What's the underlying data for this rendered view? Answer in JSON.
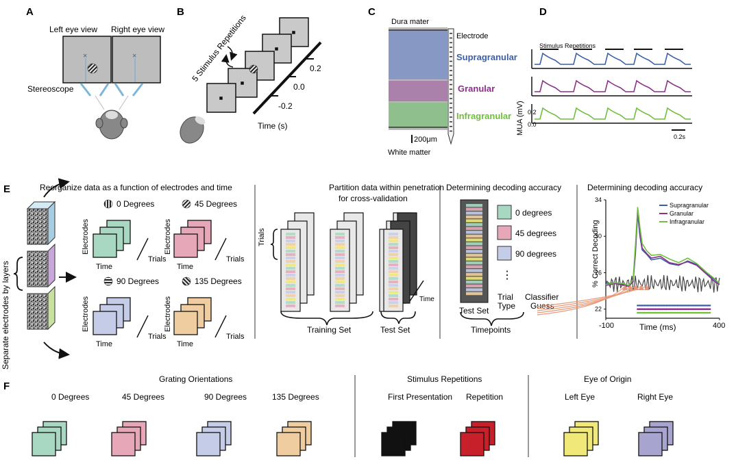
{
  "panels": {
    "A": {
      "letter": "A",
      "left_view": "Left eye view",
      "right_view": "Right eye view",
      "stereoscope": "Stereoscope"
    },
    "B": {
      "letter": "B",
      "repetitions": "5 Stimulus Repetitions",
      "ticks": [
        "0.2",
        "0.0",
        "-0.2"
      ],
      "time_label": "Time (s)"
    },
    "C": {
      "letter": "C",
      "dura": "Dura mater",
      "electrode": "Electrode",
      "supragranular": "Supragranular",
      "granular": "Granular",
      "infragranular": "Infragranular",
      "scale": "200μm",
      "white_matter": "White matter"
    },
    "D": {
      "letter": "D",
      "stim_reps": "Stimulus Repetitions",
      "ylabel": "MUA (mV)",
      "yticks": [
        "0.2",
        "0.0"
      ],
      "time_scale": "0.2s"
    },
    "E": {
      "letter": "E",
      "separate": "Separate electrodes by layers",
      "reorganize": "Reorganize data as a function of electrodes and time",
      "orientations": [
        "0 Degrees",
        "45 Degrees",
        "90 Degrees",
        "135 Degrees"
      ],
      "electrodes": "Electrodes",
      "time": "Time",
      "trials": "Trials",
      "partition_line1": "Partition data within penetration",
      "partition_line2": "for cross-validation",
      "trials_axis": "Trials",
      "time_axis": "Time",
      "training_set": "Training Set",
      "test_set": "Test Set",
      "decoding_title": "Determining decoding accuracy",
      "classes": [
        "0 degrees",
        "45 degrees",
        "90 degrees"
      ],
      "ellipsis": "⋮",
      "test_set_label": "Test Set",
      "trial_type_1": "Trial",
      "trial_type_2": "Type",
      "classifier_1": "Classifier",
      "classifier_2": "Guess",
      "timepoints": "Timepoints",
      "decoding_title_2": "Determining decoding accuracy",
      "chart_ylabel": "% Correct Decoding",
      "chart_xlabel": "Time (ms)"
    },
    "F": {
      "letter": "F",
      "grating_header": "Grating Orientations",
      "grating_items": [
        "0 Degrees",
        "45 Degrees",
        "90 Degrees",
        "135 Degrees"
      ],
      "stim_header": "Stimulus Repetitions",
      "stim_items": [
        "First Presentation",
        "Repetition"
      ],
      "eye_header": "Eye of Origin",
      "eye_items": [
        "Left Eye",
        "Right Eye"
      ]
    }
  },
  "colors": {
    "supragranular": "#3a5fa8",
    "granular": "#8a2f8a",
    "infragranular": "#6fbf3a",
    "deg0": "#a8d8c2",
    "deg45": "#e6a8b8",
    "deg90": "#c4cce8",
    "deg135": "#f0cda0",
    "repetition": "#c8202a",
    "left_eye": "#f0e878",
    "right_eye": "#a8a4d0",
    "arrow": "#e89878"
  },
  "chart_data": {
    "type": "line",
    "xlabel": "Time (ms)",
    "ylabel": "% Correct Decoding",
    "xlim": [
      -100,
      400
    ],
    "ylim": [
      21,
      34
    ],
    "xticks": [
      -100,
      400
    ],
    "yticks": [
      22,
      26,
      30,
      34
    ],
    "legend": "top-right",
    "series": [
      {
        "name": "Supragranular",
        "color": "#3a5fa8",
        "x": [
          -100,
          -60,
          -20,
          0,
          20,
          30,
          40,
          50,
          60,
          80,
          100,
          140,
          180,
          220,
          260,
          300,
          340,
          380,
          400
        ],
        "y": [
          24.8,
          24.9,
          24.7,
          24.6,
          25.0,
          28.0,
          32.5,
          30.0,
          28.5,
          28.0,
          27.4,
          27.6,
          27.0,
          26.8,
          27.3,
          26.9,
          26.0,
          25.2,
          24.8
        ]
      },
      {
        "name": "Granular",
        "color": "#8a2f8a",
        "x": [
          -100,
          -60,
          -20,
          0,
          20,
          30,
          40,
          50,
          60,
          80,
          100,
          140,
          180,
          220,
          260,
          300,
          340,
          380,
          400
        ],
        "y": [
          24.6,
          24.8,
          24.6,
          24.5,
          25.0,
          28.5,
          33.0,
          30.5,
          28.7,
          28.1,
          27.6,
          27.8,
          27.1,
          26.9,
          27.2,
          26.8,
          25.9,
          25.0,
          24.7
        ]
      },
      {
        "name": "Infragranular",
        "color": "#6fbf3a",
        "x": [
          -100,
          -60,
          -20,
          0,
          20,
          30,
          40,
          50,
          60,
          80,
          100,
          140,
          180,
          220,
          260,
          300,
          340,
          380,
          400
        ],
        "y": [
          24.7,
          24.9,
          24.8,
          24.6,
          25.2,
          29.0,
          33.2,
          31.0,
          29.2,
          28.4,
          27.9,
          28.0,
          27.5,
          27.1,
          27.6,
          27.0,
          26.1,
          25.3,
          24.8
        ]
      }
    ]
  }
}
